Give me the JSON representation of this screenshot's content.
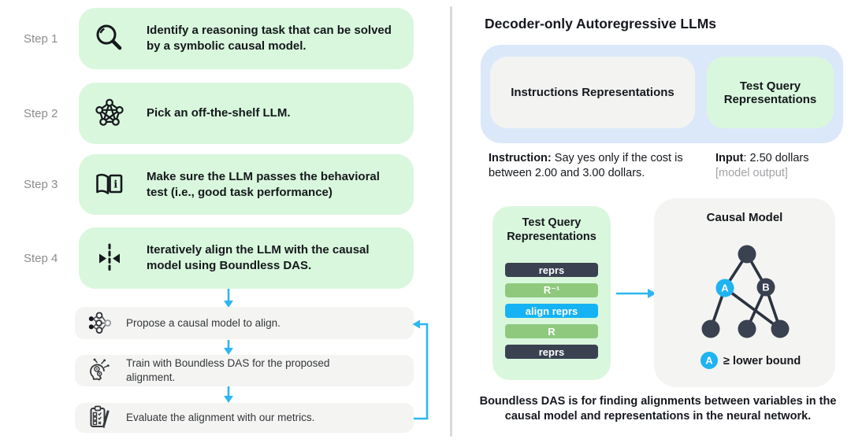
{
  "colors": {
    "step_box_green": "#d9f7dd",
    "sub_box_gray": "#f4f4f2",
    "llm_container_blue": "#dbe8fa",
    "accent_arrow_blue": "#2eb6f2",
    "bar_dark": "#3a4150",
    "bar_green": "#8fc97e",
    "bar_blue": "#16b3f4",
    "node_dark": "#3a4150",
    "node_blue": "#1fb3f2",
    "step_label_gray": "#8c8c8c",
    "divider_gray": "#d9d9d9"
  },
  "icons": {
    "step1": "magnifier-icon",
    "step2": "network-graph-icon",
    "step3": "book-info-icon",
    "step4": "align-center-icon",
    "loop1": "causal-graph-icon",
    "loop2": "robot-head-icon",
    "loop3": "checklist-pencil-icon"
  },
  "left_panel": {
    "steps": [
      {
        "label": "Step 1",
        "text": "Identify a reasoning task that can be solved by a symbolic causal model."
      },
      {
        "label": "Step 2",
        "text": "Pick an off-the-shelf LLM."
      },
      {
        "label": "Step 3",
        "text": "Make sure the LLM passes the behavioral test (i.e., good task performance)"
      },
      {
        "label": "Step 4",
        "text": "Iteratively align the LLM with the causal model using Boundless DAS."
      }
    ],
    "loop_steps": [
      {
        "text": "Propose a causal model to align."
      },
      {
        "text": "Train with Boundless DAS for the proposed alignment."
      },
      {
        "text": "Evaluate the alignment with our metrics."
      }
    ]
  },
  "right_panel": {
    "title": "Decoder-only Autoregressive LLMs",
    "llm_container": {
      "instructions_box": "Instructions Representations",
      "test_query_box": "Test Query Representations"
    },
    "instruction_line": {
      "label": "Instruction:",
      "rest": " Say yes only if the cost is between 2.00 and 3.00 dollars."
    },
    "input_line": {
      "label": "Input",
      "rest": ": 2.50 dollars",
      "note": "[model output]"
    },
    "repr_stack": {
      "title": "Test Query Representations",
      "bars": [
        {
          "label": "reprs",
          "style": "dark"
        },
        {
          "label": "R⁻¹",
          "style": "green"
        },
        {
          "label": "align reprs",
          "style": "blue"
        },
        {
          "label": "R",
          "style": "green"
        },
        {
          "label": "reprs",
          "style": "dark"
        }
      ]
    },
    "causal_model": {
      "title": "Causal Model",
      "node_a": "A",
      "node_b": "B",
      "legend_node": "A",
      "legend_text": "≥ lower bound"
    },
    "caption": "Boundless DAS is for finding alignments between variables in the causal model and representations in the neural network."
  }
}
